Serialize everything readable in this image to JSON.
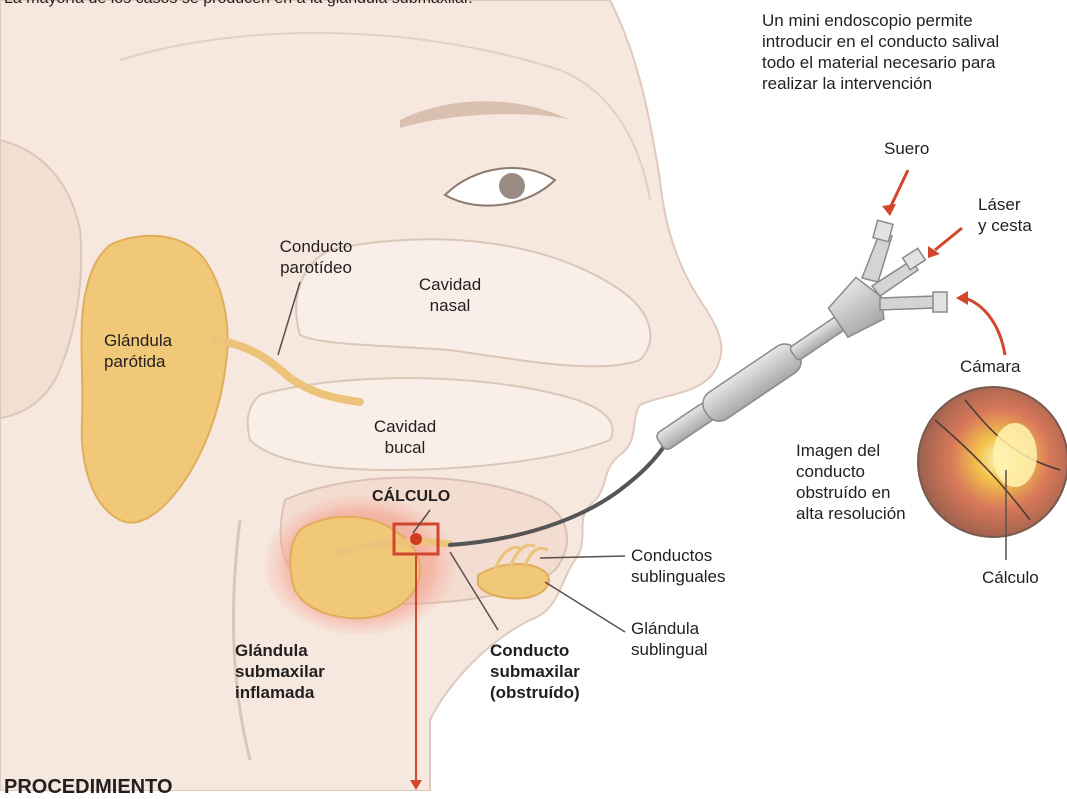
{
  "header": {
    "top_caption": "La mayoría de los casos se producen en a la glándula submaxilar."
  },
  "intro": "Un mini endoscopio permite\nintroducir en el conducto salival\ntodo el material necesario para\nrealizar la intervención",
  "anatomy": {
    "parotid_duct": "Conducto\nparotídeo",
    "parotid_gland": "Glándula\nparótida",
    "nasal_cavity": "Cavidad\nnasal",
    "oral_cavity": "Cavidad\nbucal",
    "stone_tag": "CÁLCULO",
    "sublingual_ducts": "Conductos\nsublinguales",
    "sublingual_gland": "Glándula\nsublingual",
    "submaxillary_gland": "Glándula\nsubmaxilar\ninflamada",
    "submaxillary_duct": "Conducto\nsubmaxilar\n(obstruído)"
  },
  "endoscope": {
    "serum": "Suero",
    "laser": "Láser\ny cesta",
    "camera": "Cámara"
  },
  "inset": {
    "caption": "Imagen del\nconducto\nobstruído en\nalta resolución",
    "stone": "Cálculo"
  },
  "footer": {
    "section_title": "PROCEDIMIENTO"
  },
  "colors": {
    "skin": "#f5e6dc",
    "outline": "#dcc8bb",
    "gland": "#f0c878",
    "inflamed": "#f05a4a",
    "arrow": "#d2462d",
    "instrument": "#c8c8c8"
  }
}
